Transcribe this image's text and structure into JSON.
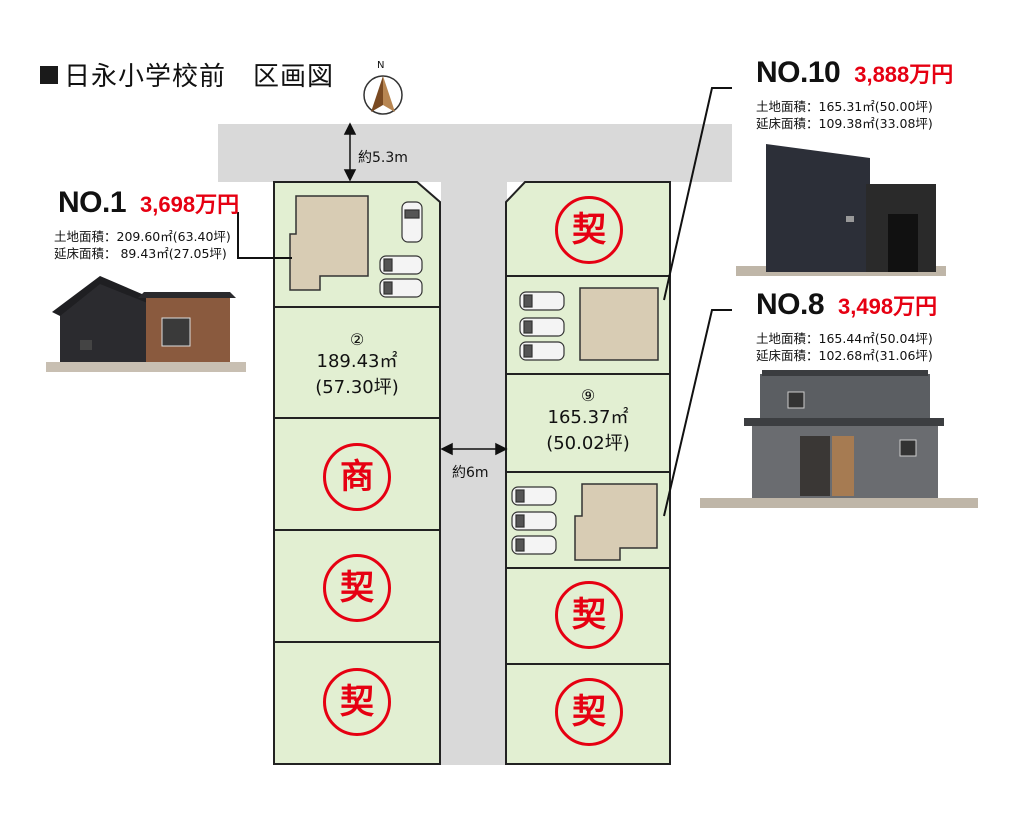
{
  "header": {
    "title": "日永小学校前　区画図"
  },
  "compass": {
    "north_label": "N"
  },
  "road": {
    "top_width": "約5.3m",
    "middle_width": "約6m"
  },
  "lots": {
    "lot2": {
      "number": "②",
      "area_m2": "189.43㎡",
      "area_tsubo": "(57.30坪)"
    },
    "lot9": {
      "number": "⑨",
      "area_m2": "165.37㎡",
      "area_tsubo": "(50.02坪)"
    }
  },
  "badges": {
    "contract": "契",
    "negotiation": "商"
  },
  "houses": {
    "no1": {
      "name": "NO.1",
      "price": "3,698万円",
      "land": "土地面積：209.60㎡(63.40坪)",
      "floor": "延床面積：  89.43㎡(27.05坪)"
    },
    "no10": {
      "name": "NO.10",
      "price": "3,888万円",
      "land": "土地面積：165.31㎡(50.00坪)",
      "floor": "延床面積：109.38㎡(33.08坪)"
    },
    "no8": {
      "name": "NO.8",
      "price": "3,498万円",
      "land": "土地面積：165.44㎡(50.04坪)",
      "floor": "延床面積：102.68㎡(31.06坪)"
    }
  },
  "colors": {
    "lot_fill": "#e2efd2",
    "road": "#d9d9d9",
    "accent_red": "#e60012",
    "building": "#d8ccb4"
  }
}
